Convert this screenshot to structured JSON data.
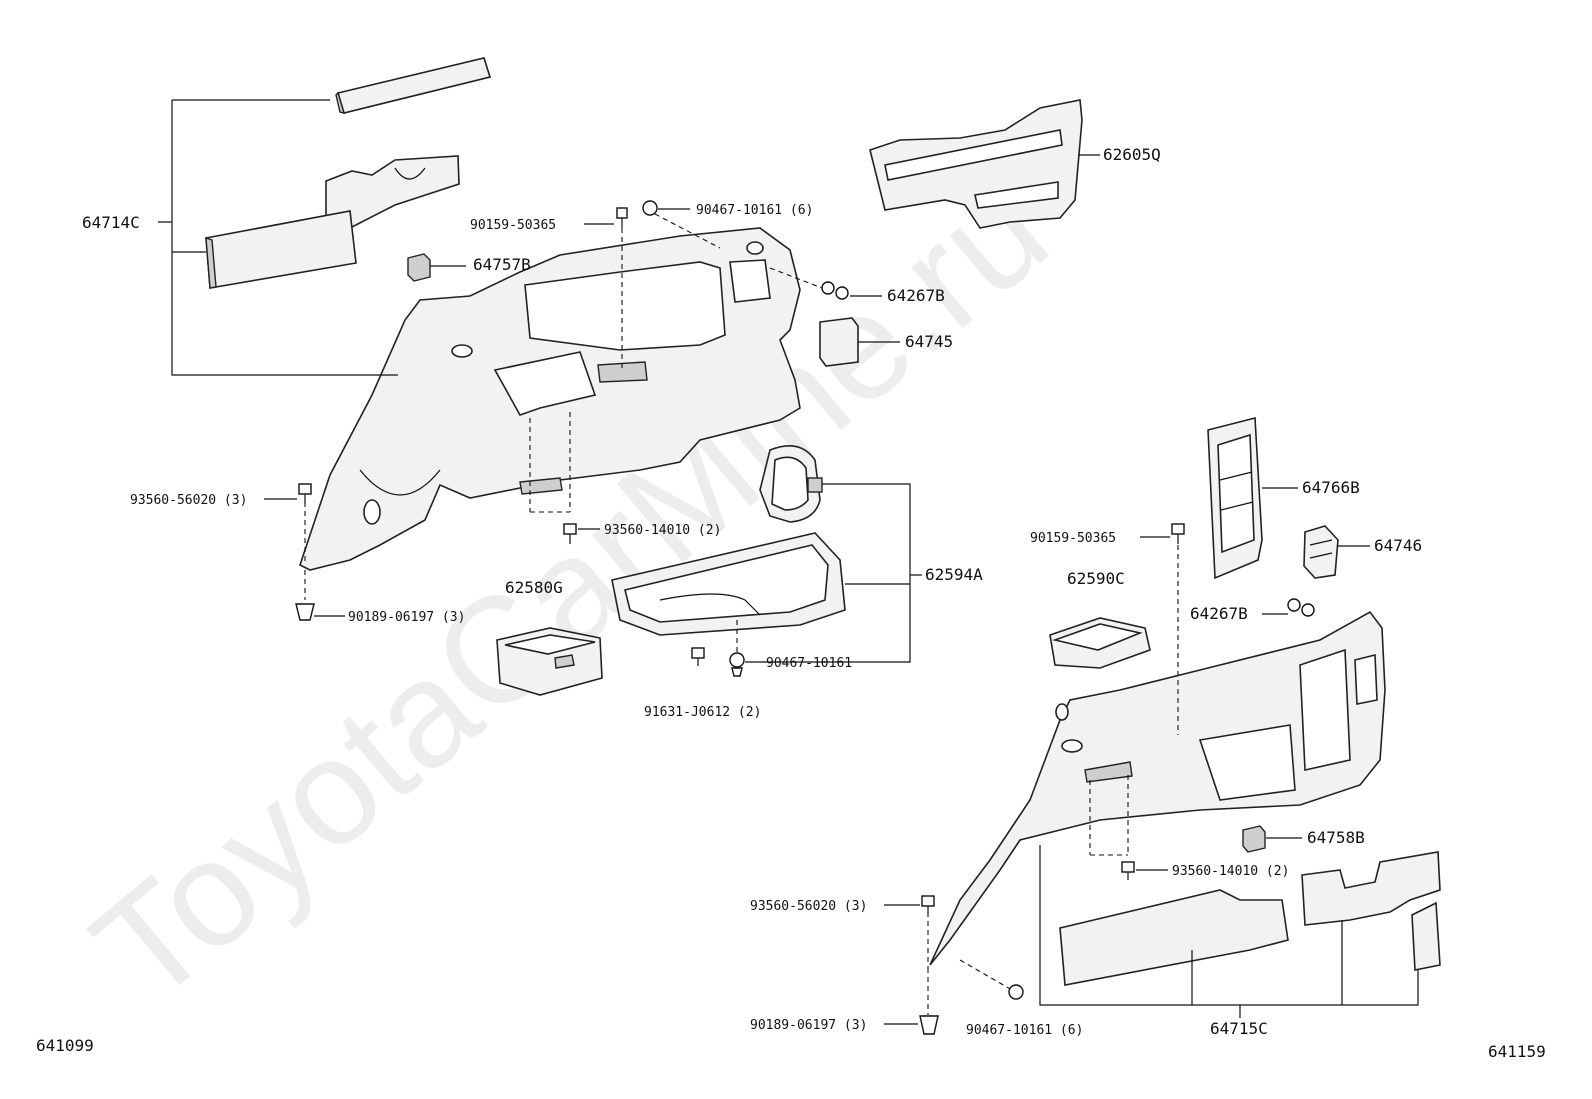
{
  "watermark": "ToyotaCarMine.ru",
  "diagram_codes": {
    "left": "641099",
    "right": "641159"
  },
  "labels": {
    "p64714C": "64714C",
    "p64757B": "64757B",
    "p90159_50365_a": "90159-50365",
    "p90467_10161_6a": "90467-10161 (6)",
    "p62605Q": "62605Q",
    "p64267B_a": "64267B",
    "p64745": "64745",
    "p93560_56020_3a": "93560-56020 (3)",
    "p93560_14010_2a": "93560-14010 (2)",
    "p90189_06197_3a": "90189-06197 (3)",
    "p62580G": "62580G",
    "p62594A": "62594A",
    "p90467_10161": "90467-10161",
    "p91631_J0612_2": "91631-J0612 (2)",
    "p64766B": "64766B",
    "p64746": "64746",
    "p90159_50365_b": "90159-50365",
    "p62590C": "62590C",
    "p64267B_b": "64267B",
    "p64758B": "64758B",
    "p93560_14010_2b": "93560-14010 (2)",
    "p93560_56020_3b": "93560-56020 (3)",
    "p90189_06197_3b": "90189-06197 (3)",
    "p90467_10161_6b": "90467-10161 (6)",
    "p64715C": "64715C"
  }
}
